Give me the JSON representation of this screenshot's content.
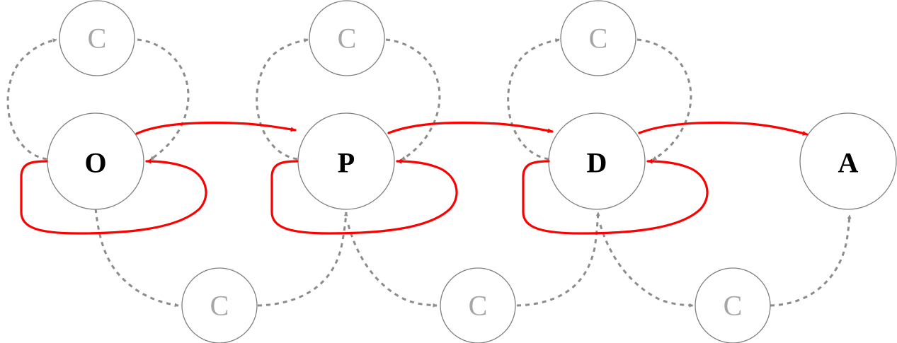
{
  "colors": {
    "main_edge": "#ff0000",
    "aux_edge": "#8c8c8c",
    "node_stroke": "#7f7f7f",
    "aux_label": "#a6a6a6",
    "main_label": "#000000"
  },
  "main_nodes": [
    {
      "id": "O",
      "label": "O"
    },
    {
      "id": "P",
      "label": "P"
    },
    {
      "id": "D",
      "label": "D"
    },
    {
      "id": "A",
      "label": "A"
    }
  ],
  "aux_nodes_top": [
    {
      "id": "C-top-1",
      "label": "C"
    },
    {
      "id": "C-top-2",
      "label": "C"
    },
    {
      "id": "C-top-3",
      "label": "C"
    }
  ],
  "aux_nodes_bottom": [
    {
      "id": "C-bottom-1",
      "label": "C"
    },
    {
      "id": "C-bottom-2",
      "label": "C"
    },
    {
      "id": "C-bottom-3",
      "label": "C"
    }
  ],
  "edges": {
    "main": [
      {
        "from": "O",
        "to": "P"
      },
      {
        "from": "P",
        "to": "D"
      },
      {
        "from": "D",
        "to": "A"
      },
      {
        "from": "O",
        "to": "O",
        "kind": "self-loop"
      },
      {
        "from": "P",
        "to": "P",
        "kind": "self-loop"
      },
      {
        "from": "D",
        "to": "D",
        "kind": "self-loop"
      }
    ],
    "aux": [
      {
        "from": "O",
        "to": "C-top-1"
      },
      {
        "from": "C-top-1",
        "to": "O"
      },
      {
        "from": "P",
        "to": "C-top-2"
      },
      {
        "from": "C-top-2",
        "to": "P"
      },
      {
        "from": "D",
        "to": "C-top-3"
      },
      {
        "from": "C-top-3",
        "to": "D"
      },
      {
        "from": "O",
        "to": "C-bottom-1"
      },
      {
        "from": "C-bottom-1",
        "to": "P"
      },
      {
        "from": "P",
        "to": "C-bottom-2"
      },
      {
        "from": "C-bottom-2",
        "to": "D"
      },
      {
        "from": "D",
        "to": "C-bottom-3"
      },
      {
        "from": "C-bottom-3",
        "to": "A"
      }
    ]
  }
}
